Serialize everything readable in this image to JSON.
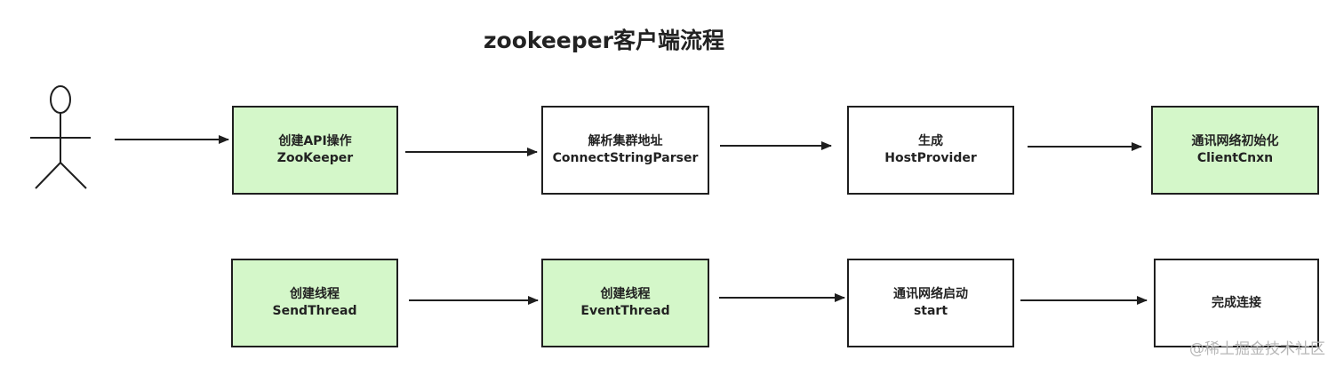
{
  "title": "zookeeper客户端流程",
  "colors": {
    "process_fill": "#d4f7c9",
    "plain_fill": "#ffffff",
    "stroke": "#1f1f1f"
  },
  "nodes": [
    {
      "id": "create-api",
      "line1": "创建API操作",
      "line2": "ZooKeeper",
      "fill": "green"
    },
    {
      "id": "parse-address",
      "line1": "解析集群地址",
      "line2": "ConnectStringParser",
      "fill": "white"
    },
    {
      "id": "generate-provider",
      "line1": "生成",
      "line2": "HostProvider",
      "fill": "white"
    },
    {
      "id": "init-network",
      "line1": "通讯网络初始化",
      "line2": "ClientCnxn",
      "fill": "green"
    },
    {
      "id": "create-send-thread",
      "line1": "创建线程",
      "line2": "SendThread",
      "fill": "green"
    },
    {
      "id": "create-event-thread",
      "line1": "创建线程",
      "line2": "EventThread",
      "fill": "green"
    },
    {
      "id": "start-network",
      "line1": "通讯网络启动",
      "line2": "start",
      "fill": "white"
    },
    {
      "id": "connection-complete",
      "line1": "完成连接",
      "line2": "",
      "fill": "white"
    }
  ],
  "edges": [
    {
      "from": "actor",
      "to": "create-api"
    },
    {
      "from": "create-api",
      "to": "parse-address"
    },
    {
      "from": "parse-address",
      "to": "generate-provider"
    },
    {
      "from": "generate-provider",
      "to": "init-network"
    },
    {
      "from": "create-send-thread",
      "to": "create-event-thread"
    },
    {
      "from": "create-event-thread",
      "to": "start-network"
    },
    {
      "from": "start-network",
      "to": "connection-complete"
    }
  ],
  "watermark": "@稀土掘金技术社区"
}
